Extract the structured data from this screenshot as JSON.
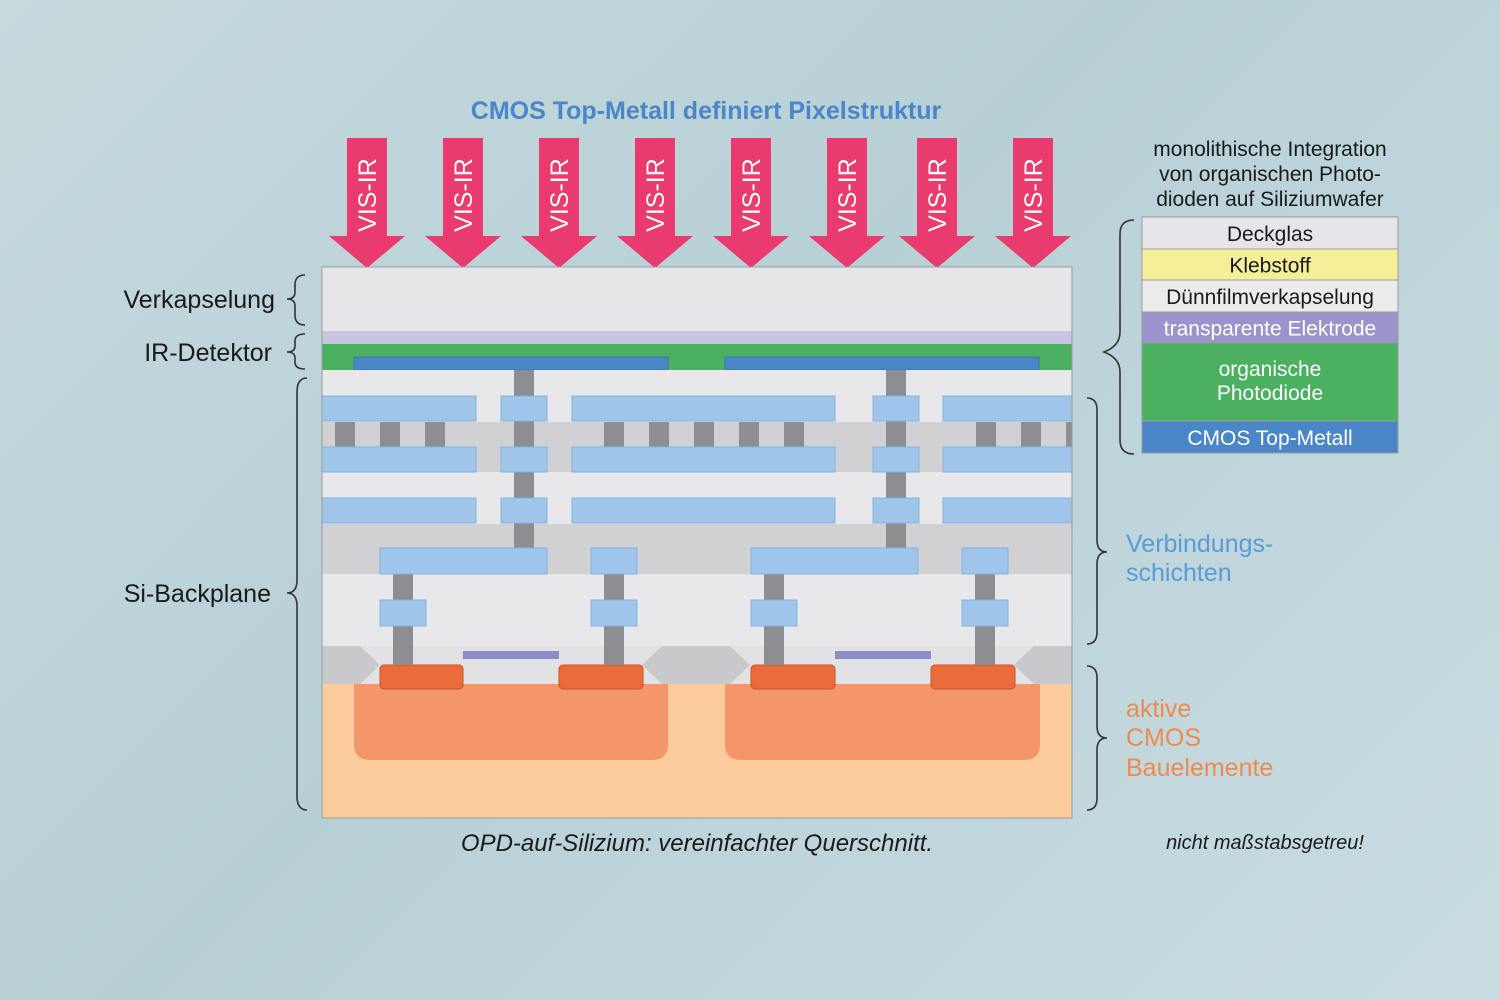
{
  "title": "CMOS Top-Metall definiert Pixelstruktur",
  "arrows": {
    "label": "VIS-IR",
    "count": 8,
    "color": "#e93b6d"
  },
  "left_labels": {
    "encapsulation": "Verkapselung",
    "ir_detector": "IR-Detektor",
    "backplane": "Si-Backplane"
  },
  "right_labels": {
    "interconnect_line1": "Verbindungs-",
    "interconnect_line2": "schichten",
    "active_line1": "aktive",
    "active_line2": "CMOS",
    "active_line3": "Bauelemente"
  },
  "stack": {
    "heading_lines": [
      "monolithische Integration",
      "von organischen Photo-",
      "dioden auf Siliziumwafer"
    ],
    "layers": [
      {
        "label": "Deckglas",
        "color": "#e6e6e8",
        "text_color": "#1a1a1a"
      },
      {
        "label": "Klebstoff",
        "color": "#f5ef9a",
        "text_color": "#1a1a1a"
      },
      {
        "label": "Dünnfilmverkapselung",
        "color": "#ececec",
        "text_color": "#1a1a1a"
      },
      {
        "label": "transparente Elektrode",
        "color": "#9a93cc",
        "text_color": "#ffffff"
      },
      {
        "label": "organische",
        "label2": "Photodiode",
        "color": "#4bb161",
        "text_color": "#ffffff"
      },
      {
        "label": "CMOS Top-Metall",
        "color": "#4a86c8",
        "text_color": "#ffffff"
      }
    ]
  },
  "caption": "OPD-auf-Silizium: vereinfachter Querschnitt.",
  "note": "nicht maßstabsgetreu!",
  "colors": {
    "encapsulation": "#e6e6e8",
    "electrode": "#c9c4e2",
    "photodiode": "#4bb161",
    "top_metal": "#4a86c8",
    "metal": "#9fc5eb",
    "via": "#8e8e92",
    "dielectric_light": "#e8e8ea",
    "dielectric_dark": "#d1d1d3",
    "substrate": "#fccc9c",
    "well": "#f4956a",
    "diffusion": "#ec6b3a",
    "gate": "#8e8cc8"
  }
}
